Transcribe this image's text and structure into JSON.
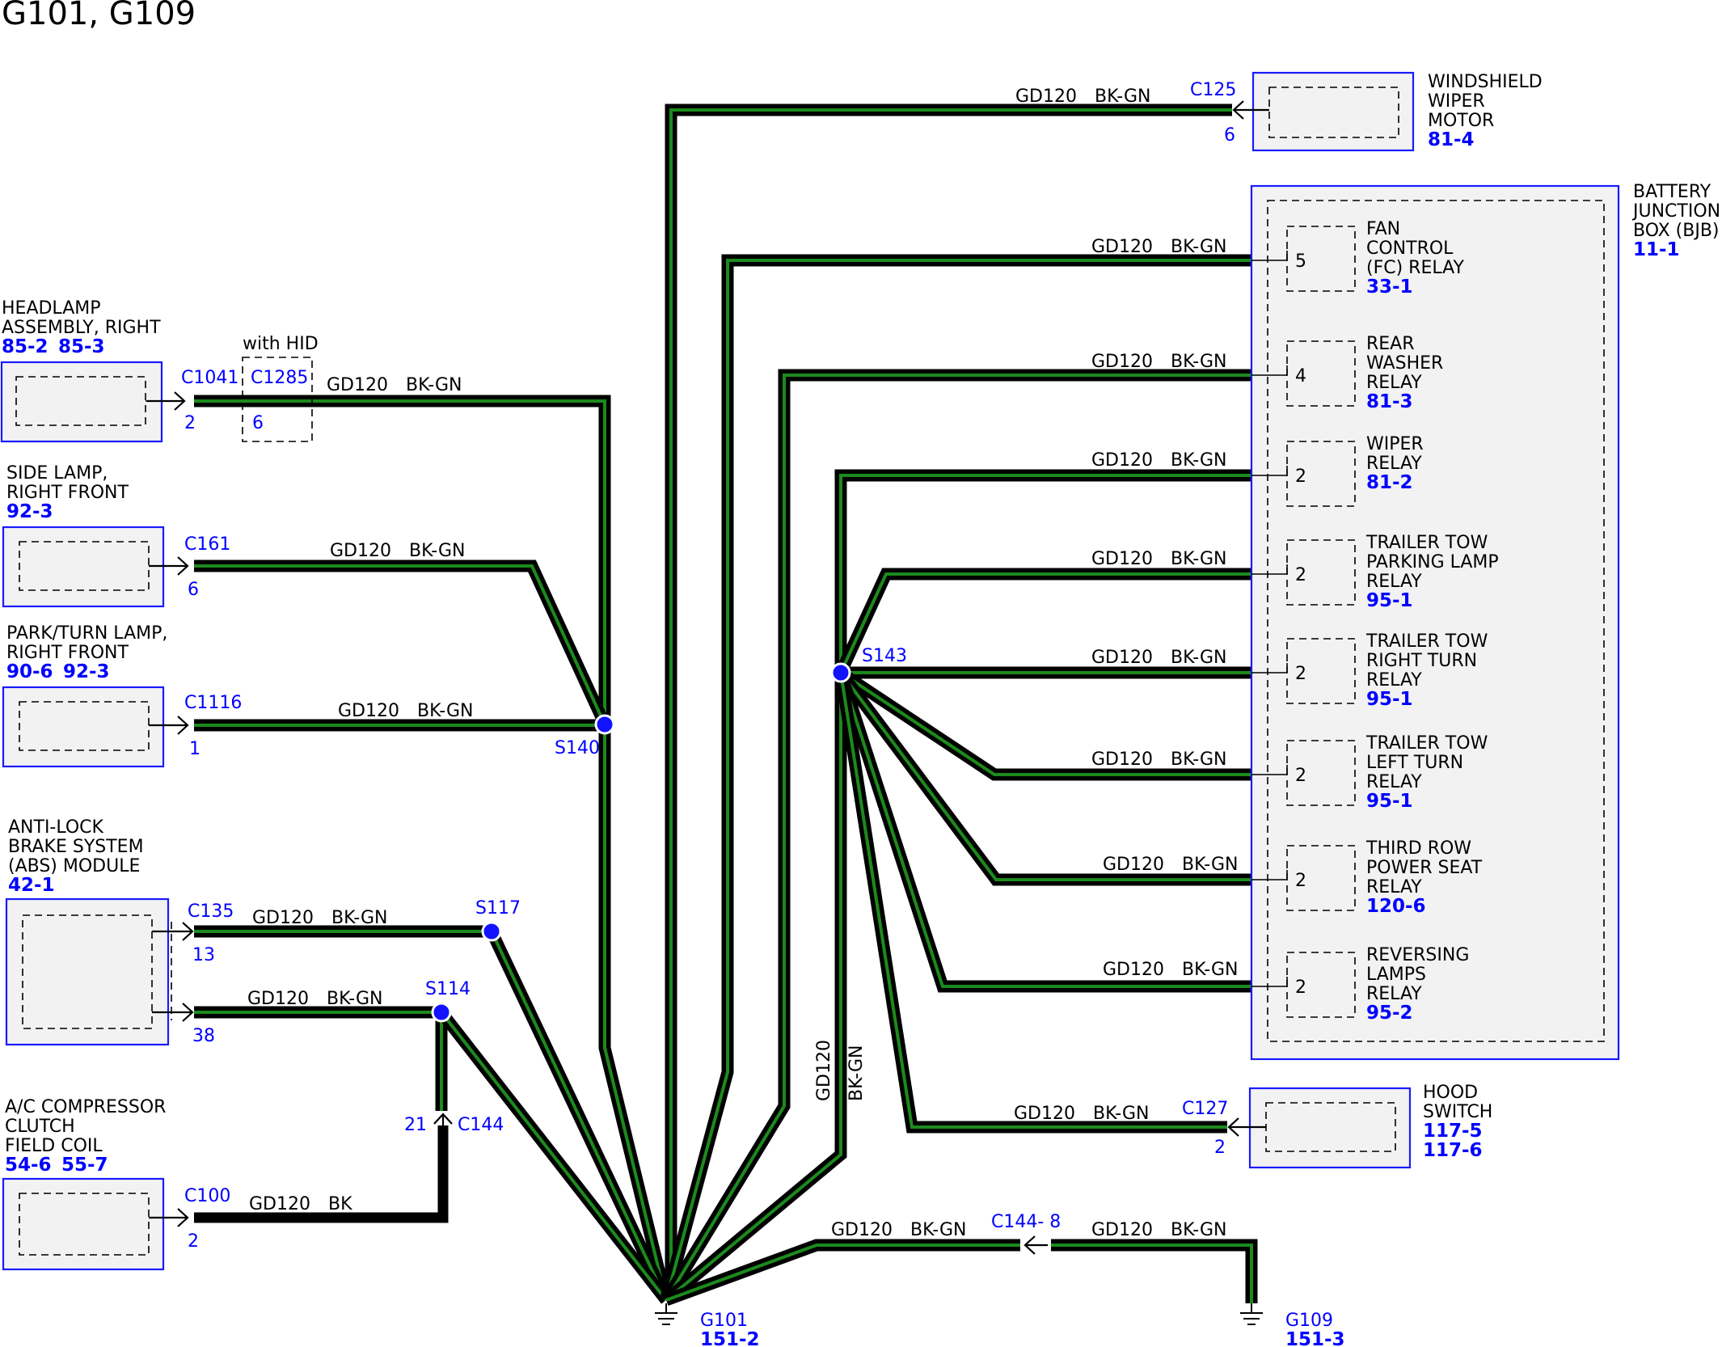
{
  "title": "G101, G109",
  "wire": {
    "circuit": "GD120",
    "color": "BK-GN",
    "color_c100": "BK"
  },
  "connectors": {
    "c125": "C125",
    "c125_pin": "6",
    "c1041": "C1041",
    "c1041_pin": "2",
    "c1285": "C1285",
    "c1285_pin": "6",
    "with_hid": "with HID",
    "c161": "C161",
    "c161_pin": "6",
    "c1116": "C1116",
    "c1116_pin": "1",
    "c135": "C135",
    "c135_pin_a": "13",
    "c135_pin_b": "38",
    "c100": "C100",
    "c100_pin": "2",
    "c144": "C144",
    "c144_pin": "21",
    "c144b": "C144- 8",
    "c127": "C127",
    "c127_pin": "2"
  },
  "splices": {
    "s140": "S140",
    "s117": "S117",
    "s114": "S114",
    "s143": "S143"
  },
  "grounds": {
    "g101": "G101",
    "g101_ref": "151-2",
    "g109": "G109",
    "g109_ref": "151-3"
  },
  "components": {
    "headlamp": {
      "line1": "HEADLAMP",
      "line2": "ASSEMBLY, RIGHT",
      "ref1": "85-2",
      "ref2": "85-3"
    },
    "side_lamp": {
      "line1": "SIDE LAMP,",
      "line2": "RIGHT FRONT",
      "ref1": "92-3"
    },
    "park_turn": {
      "line1": "PARK/TURN LAMP,",
      "line2": "RIGHT FRONT",
      "ref1": "90-6",
      "ref2": "92-3"
    },
    "abs": {
      "line1": "ANTI-LOCK",
      "line2": "BRAKE SYSTEM",
      "line3": "(ABS) MODULE",
      "ref1": "42-1"
    },
    "ac": {
      "line1": "A/C COMPRESSOR",
      "line2": "CLUTCH",
      "line3": "FIELD COIL",
      "ref1": "54-6",
      "ref2": "55-7"
    },
    "wiper_motor": {
      "line1": "WINDSHIELD",
      "line2": "WIPER",
      "line3": "MOTOR",
      "ref1": "81-4"
    },
    "bjb": {
      "line1": "BATTERY",
      "line2": "JUNCTION",
      "line3": "BOX (BJB)",
      "ref1": "11-1"
    },
    "hood": {
      "line1": "HOOD",
      "line2": "SWITCH",
      "ref1": "117-5",
      "ref2": "117-6"
    }
  },
  "relays": [
    {
      "pin": "5",
      "line1": "FAN",
      "line2": "CONTROL",
      "line3": "(FC) RELAY",
      "ref": "33-1"
    },
    {
      "pin": "4",
      "line1": "REAR",
      "line2": "WASHER",
      "line3": "RELAY",
      "ref": "81-3"
    },
    {
      "pin": "2",
      "line1": "WIPER",
      "line2": "RELAY",
      "line3": "",
      "ref": "81-2"
    },
    {
      "pin": "2",
      "line1": "TRAILER TOW",
      "line2": "PARKING LAMP",
      "line3": "RELAY",
      "ref": "95-1"
    },
    {
      "pin": "2",
      "line1": "TRAILER TOW",
      "line2": "RIGHT TURN",
      "line3": "RELAY",
      "ref": "95-1"
    },
    {
      "pin": "2",
      "line1": "TRAILER TOW",
      "line2": "LEFT TURN",
      "line3": "RELAY",
      "ref": "95-1"
    },
    {
      "pin": "2",
      "line1": "THIRD ROW",
      "line2": "POWER SEAT",
      "line3": "RELAY",
      "ref": "120-6"
    },
    {
      "pin": "2",
      "line1": "REVERSING",
      "line2": "LAMPS",
      "line3": "RELAY",
      "ref": "95-2"
    }
  ]
}
